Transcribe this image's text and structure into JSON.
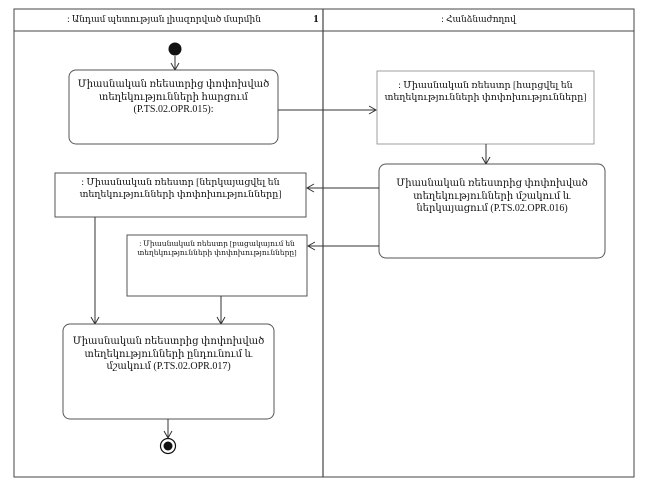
{
  "lanes": [
    {
      "title": ": Անդամ պետության լիազորված մարմին"
    },
    {
      "title": ": Հանձնաժողով"
    }
  ],
  "lane_marker": "1",
  "actions": [
    {
      "text": "Միասնական ռեեստրից փոփոխված տեղեկությունների հարցում (P.TS.02.OPR.015):"
    },
    {
      "text": "Միասնական ռեեստրից փոփոխված տեղեկությունների մշակում և ներկայացում (P.TS.02.OPR.016)"
    },
    {
      "text": "Միասնական ռեեստրից փոփոխված տեղեկությունների ընդունում և մշակում (P.TS.02.OPR.017)"
    }
  ],
  "objects": [
    {
      "text": ": Միասնական ռեեստր [հարցվել են տեղեկությունների փոփոխությունները]"
    },
    {
      "text": ": Միասնական ռեեստր [ներկայացվել են տեղեկությունների փոփոխությունները]"
    },
    {
      "text": ": Միասնական ռեեստր [բացակայում են տեղեկությունների փոփոխությունները]"
    }
  ]
}
